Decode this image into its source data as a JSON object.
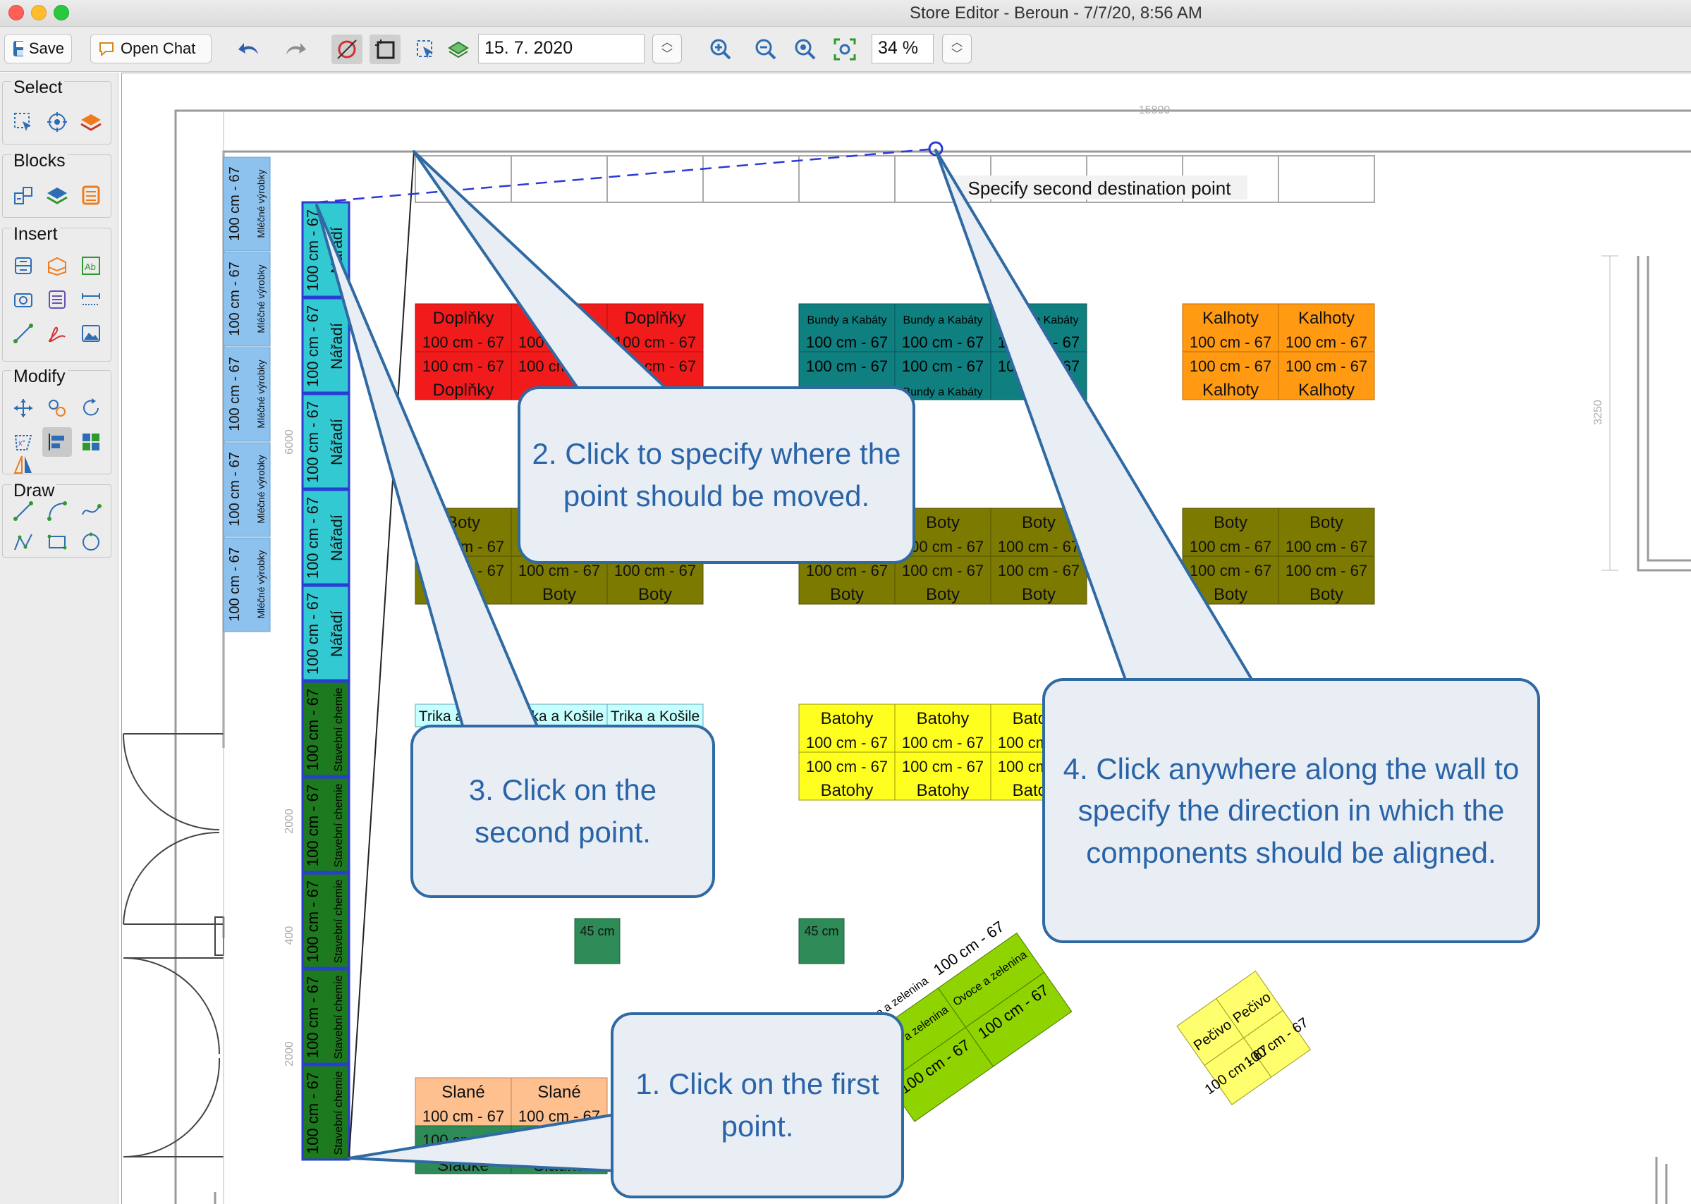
{
  "window": {
    "title": "Store Editor - Beroun - 7/7/20, 8:56 AM",
    "controls": {
      "close_color": "#fe5f57",
      "minimize_color": "#febc2e",
      "zoom_color": "#28c840"
    }
  },
  "toolbar": {
    "save_label": "Save",
    "open_chat_label": "Open Chat",
    "date_value": "15. 7. 2020",
    "zoom_value": "34 %"
  },
  "panel": {
    "groups": [
      {
        "title": "Select",
        "icons": [
          "select-area-icon",
          "select-target-icon",
          "select-layer-icon"
        ]
      },
      {
        "title": "Blocks",
        "icons": [
          "block-shelf-icon",
          "block-layers-icon",
          "block-fixture-icon"
        ]
      },
      {
        "title": "Insert",
        "icons": [
          "insert-shelf-icon",
          "insert-rack-icon",
          "insert-text-icon",
          "insert-camera-icon",
          "insert-table-icon",
          "insert-dimension-icon",
          "insert-line-icon",
          "insert-pdf-icon",
          "insert-image-icon"
        ]
      },
      {
        "title": "Modify",
        "icons": [
          "move-icon",
          "copy-icon",
          "rotate-icon",
          "transform-icon",
          "align-icon",
          "arrange-icon",
          "mirror-icon"
        ]
      },
      {
        "title": "Draw",
        "icons": [
          "draw-line-icon",
          "draw-arc-icon",
          "draw-curve-icon",
          "draw-polyline-icon",
          "draw-rectangle-icon",
          "draw-circle-icon"
        ]
      }
    ]
  },
  "canvas": {
    "prompt": "Specify second destination point",
    "dimensions": {
      "top": "15800",
      "right": "3250",
      "left_a": "6000",
      "left_b": "2000",
      "left_c": "400",
      "left_d": "2000"
    },
    "shelf_label": "100 cm - 67",
    "categories": {
      "dairy": "Mléčné výrobky",
      "tools": "Nářadí",
      "chemicals": "Stavební chemie",
      "accessories": "Doplňky",
      "jackets": "Bundy a Kabáty",
      "trousers": "Kalhoty",
      "shoes": "Boty",
      "shirts": "Trika a Košile",
      "bags": "Batohy",
      "salty": "Slané",
      "sweet": "Sladké",
      "fruit": "Ovoce a zelenina",
      "bakery": "Pečivo"
    },
    "small_units": [
      "45 cm",
      "45 cm"
    ],
    "colors": {
      "dairy": "#8ec2ee",
      "tools": "#33c9d2",
      "chemicals": "#1e7a1e",
      "accessories": "#f21b1b",
      "jackets": "#0f7f7f",
      "trousers": "#ff9a12",
      "shoes": "#7c7a00",
      "shirts": "#c5ffff",
      "bags": "#ffff1f",
      "salty": "#ffc08f",
      "sweet": "#2e8b57",
      "fruit": "#8fd400",
      "bakery": "#ffff6e",
      "small": "#2e8b57",
      "selection": "#2b3bd6"
    }
  },
  "callouts": {
    "step1": "1. Click on the first point.",
    "step2": "2. Click to specify where the point should be moved.",
    "step3": "3. Click on the second point.",
    "step4": "4. Click anywhere along the wall to specify the direction in which the components should be aligned."
  }
}
